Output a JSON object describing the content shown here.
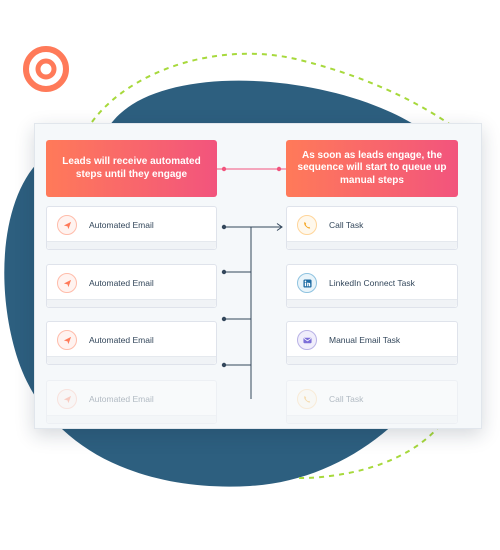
{
  "headers": {
    "left": "Leads will receive automated steps until they engage",
    "right": "As soon as leads engage, the sequence will start to queue up manual steps"
  },
  "left_steps": [
    {
      "label": "Automated Email",
      "icon": "paper-plane-icon"
    },
    {
      "label": "Automated Email",
      "icon": "paper-plane-icon"
    },
    {
      "label": "Automated Email",
      "icon": "paper-plane-icon"
    },
    {
      "label": "Automated Email",
      "icon": "paper-plane-icon"
    }
  ],
  "right_steps": [
    {
      "label": "Call Task",
      "icon": "phone-icon"
    },
    {
      "label": "LinkedIn Connect Task",
      "icon": "linkedin-icon"
    },
    {
      "label": "Manual Email Task",
      "icon": "email-icon"
    },
    {
      "label": "Call Task",
      "icon": "phone-icon"
    }
  ],
  "colors": {
    "gradient_start": "#ff7a59",
    "gradient_end": "#f2547d",
    "blob": "#2d5f7f",
    "dashed_path": "#a7d93c",
    "target_ring": "#ff7a59",
    "connector": "#33475b"
  }
}
